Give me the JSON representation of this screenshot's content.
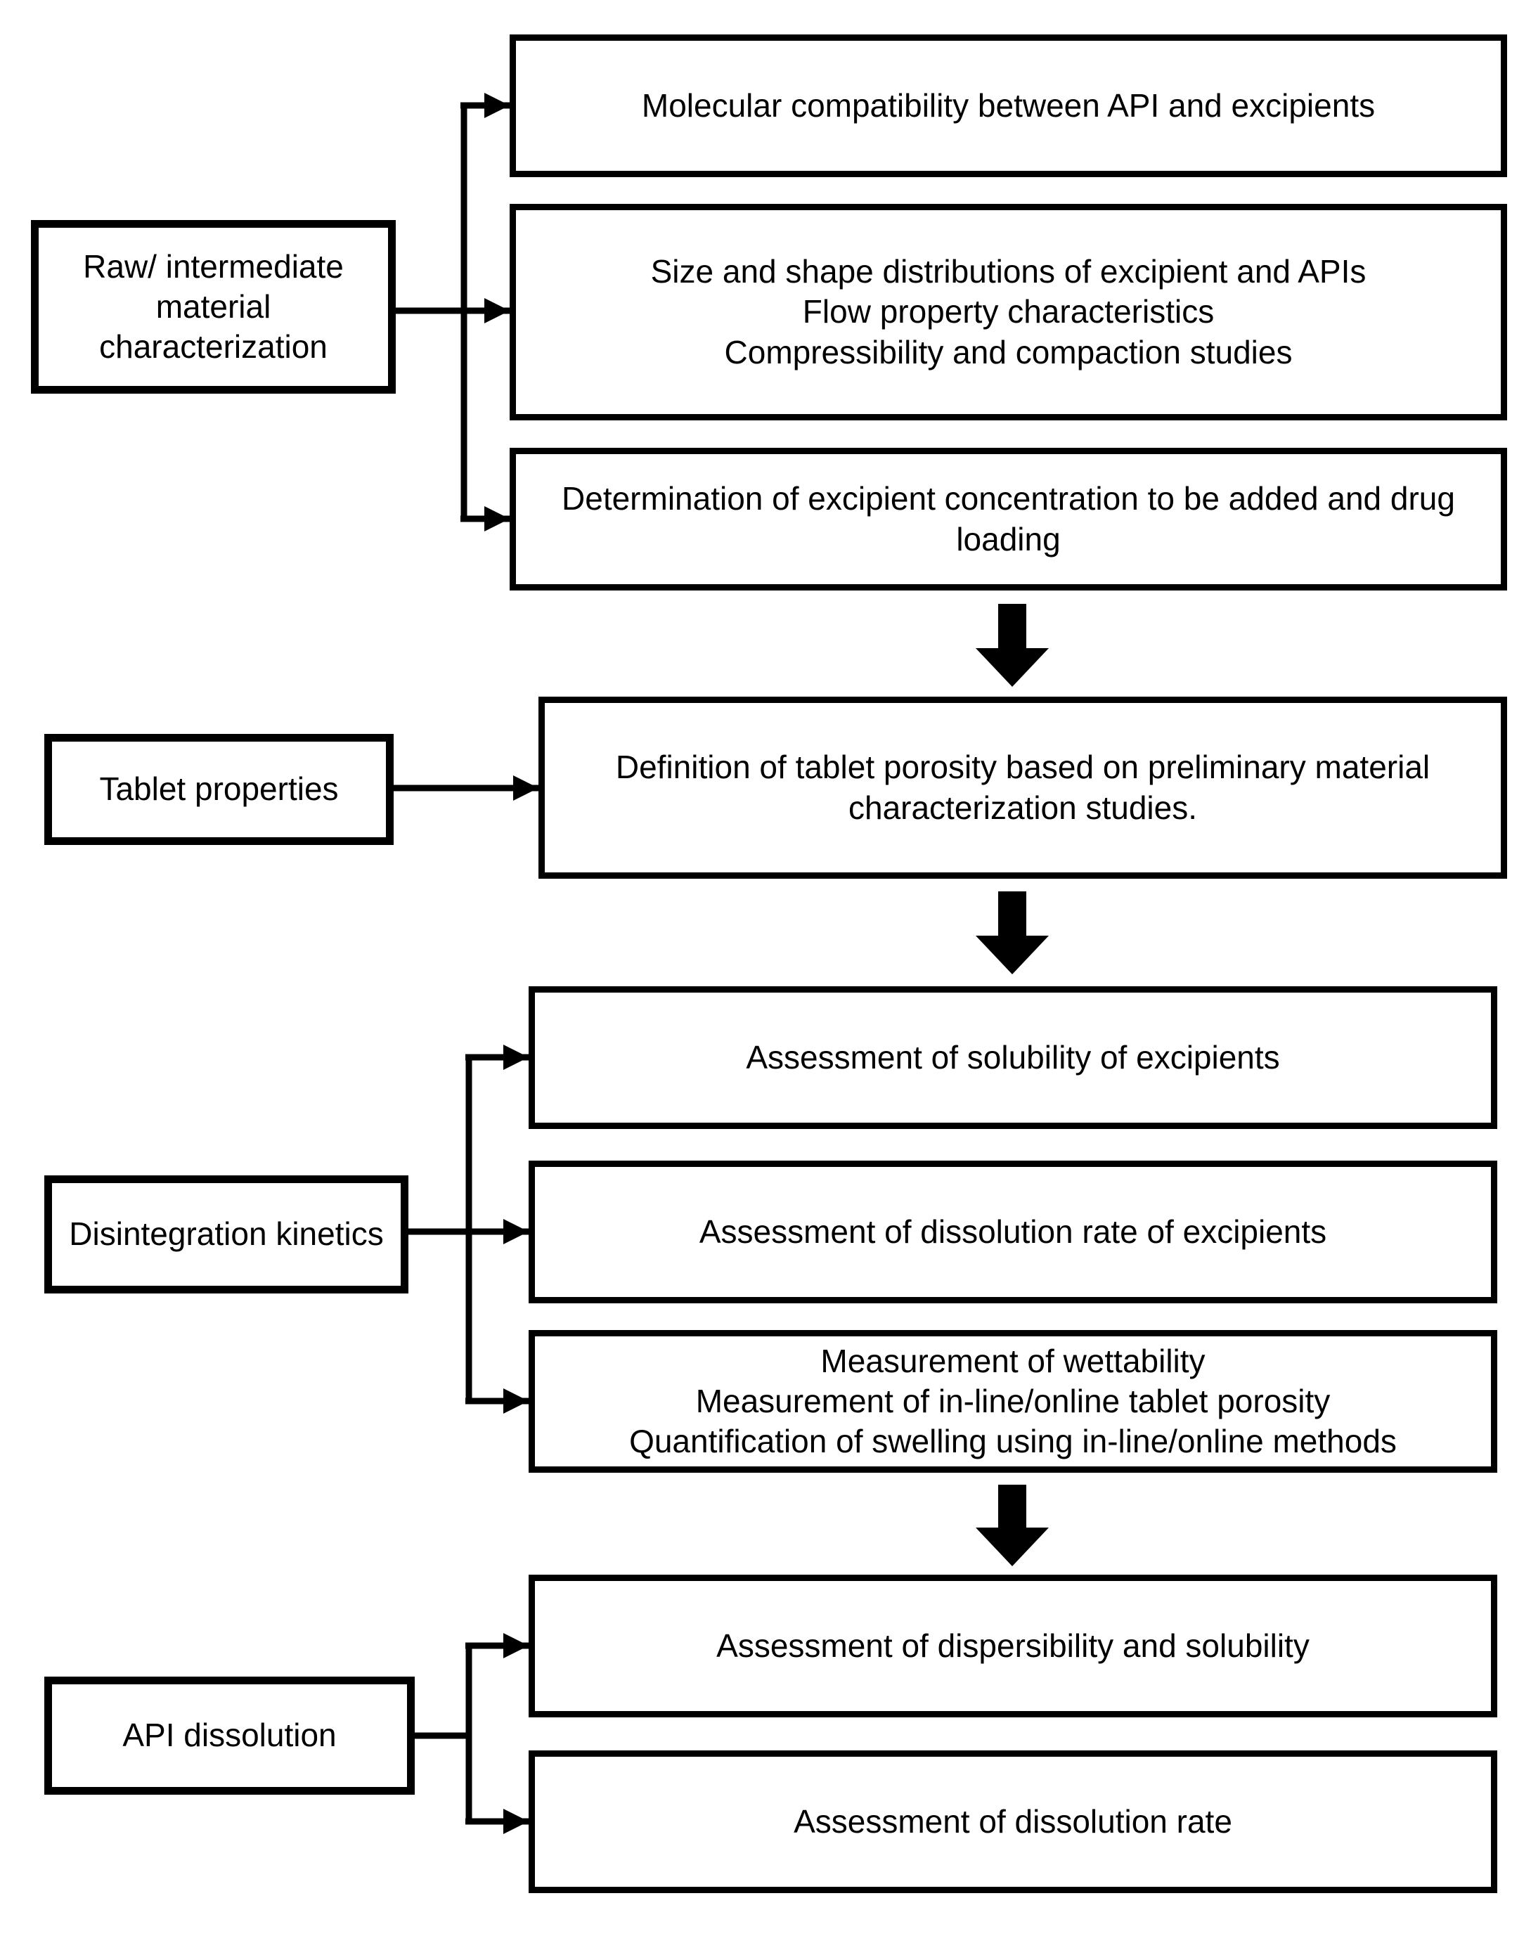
{
  "flowchart": {
    "colors": {
      "background": "#ffffff",
      "line": "#000000",
      "box_border": "#000000",
      "text": "#000000"
    },
    "sections": [
      {
        "source": {
          "label": "Raw/ intermediate\nmaterial\ncharacterization"
        },
        "targets": [
          {
            "label": "Molecular compatibility between API and excipients"
          },
          {
            "label": "Size and shape distributions of excipient and APIs\nFlow property characteristics\nCompressibility and compaction studies"
          },
          {
            "label": "Determination of excipient concentration to be added and drug\nloading"
          }
        ]
      },
      {
        "source": {
          "label": "Tablet properties"
        },
        "targets": [
          {
            "label": "Definition of tablet porosity based on preliminary material\ncharacterization studies."
          }
        ]
      },
      {
        "source": {
          "label": "Disintegration kinetics"
        },
        "targets": [
          {
            "label": "Assessment of solubility of excipients"
          },
          {
            "label": "Assessment of dissolution rate of excipients"
          },
          {
            "label": "Measurement of wettability\nMeasurement of in-line/online tablet porosity\nQuantification of swelling using in-line/online methods"
          }
        ]
      },
      {
        "source": {
          "label": "API dissolution"
        },
        "targets": [
          {
            "label": "Assessment of dispersibility and solubility"
          },
          {
            "label": "Assessment of dissolution rate"
          }
        ]
      }
    ]
  }
}
